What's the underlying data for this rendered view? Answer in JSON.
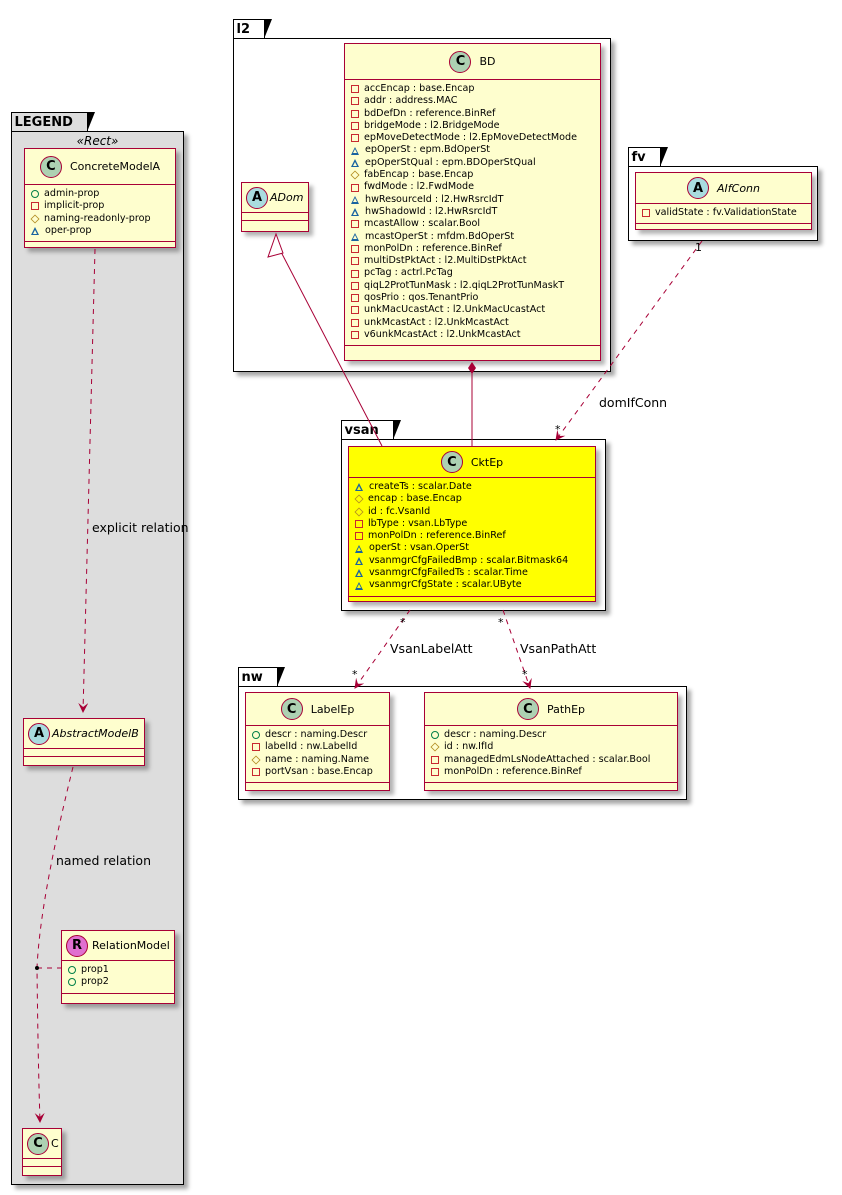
{
  "legend": {
    "title": "LEGEND",
    "stereotype": "«Rect»",
    "concrete": {
      "badge": "C",
      "name": "ConcreteModelA",
      "attrs": [
        {
          "vis": "public",
          "text": "admin-prop"
        },
        {
          "vis": "private",
          "text": "implicit-prop"
        },
        {
          "vis": "protected",
          "text": "naming-readonly-prop"
        },
        {
          "vis": "package",
          "text": "oper-prop"
        }
      ]
    },
    "abstract": {
      "badge": "A",
      "name": "AbstractModelB"
    },
    "relation_model": {
      "badge": "R",
      "name": "RelationModel",
      "attrs": [
        {
          "vis": "public",
          "text": "prop1"
        },
        {
          "vis": "public",
          "text": "prop2"
        }
      ]
    },
    "c": {
      "badge": "C",
      "name": "C"
    },
    "explicit_label": "explicit relation",
    "named_label": "named relation"
  },
  "l2": {
    "title": "l2",
    "adom": {
      "badge": "A",
      "name": "ADom"
    },
    "bd": {
      "badge": "C",
      "name": "BD",
      "attrs": [
        {
          "vis": "private",
          "text": "accEncap : base.Encap"
        },
        {
          "vis": "private",
          "text": "addr : address.MAC"
        },
        {
          "vis": "private",
          "text": "bdDefDn : reference.BinRef"
        },
        {
          "vis": "private",
          "text": "bridgeMode : l2.BridgeMode"
        },
        {
          "vis": "private",
          "text": "epMoveDetectMode : l2.EpMoveDetectMode"
        },
        {
          "vis": "package",
          "text": "epOperSt : epm.BdOperSt"
        },
        {
          "vis": "package",
          "text": "epOperStQual : epm.BDOperStQual"
        },
        {
          "vis": "protected",
          "text": "fabEncap : base.Encap"
        },
        {
          "vis": "private",
          "text": "fwdMode : l2.FwdMode"
        },
        {
          "vis": "package",
          "text": "hwResourceId : l2.HwRsrcIdT"
        },
        {
          "vis": "package",
          "text": "hwShadowId : l2.HwRsrcIdT"
        },
        {
          "vis": "private",
          "text": "mcastAllow : scalar.Bool"
        },
        {
          "vis": "package",
          "text": "mcastOperSt : mfdm.BdOperSt"
        },
        {
          "vis": "private",
          "text": "monPolDn : reference.BinRef"
        },
        {
          "vis": "private",
          "text": "multiDstPktAct : l2.MultiDstPktAct"
        },
        {
          "vis": "private",
          "text": "pcTag : actrl.PcTag"
        },
        {
          "vis": "private",
          "text": "qiqL2ProtTunMask : l2.qiqL2ProtTunMaskT"
        },
        {
          "vis": "private",
          "text": "qosPrio : qos.TenantPrio"
        },
        {
          "vis": "private",
          "text": "unkMacUcastAct : l2.UnkMacUcastAct"
        },
        {
          "vis": "private",
          "text": "unkMcastAct : l2.UnkMcastAct"
        },
        {
          "vis": "private",
          "text": "v6unkMcastAct : l2.UnkMcastAct"
        }
      ]
    }
  },
  "fv": {
    "title": "fv",
    "aifconn": {
      "badge": "A",
      "name": "AIfConn",
      "attrs": [
        {
          "vis": "private",
          "text": "validState : fv.ValidationState"
        }
      ]
    }
  },
  "vsan": {
    "title": "vsan",
    "cktep": {
      "badge": "C",
      "name": "CktEp",
      "highlight": "#ffff00",
      "attrs": [
        {
          "vis": "package",
          "text": "createTs : scalar.Date"
        },
        {
          "vis": "protected",
          "text": "encap : base.Encap"
        },
        {
          "vis": "protected",
          "text": "id : fc.VsanId"
        },
        {
          "vis": "private",
          "text": "lbType : vsan.LbType"
        },
        {
          "vis": "private",
          "text": "monPolDn : reference.BinRef"
        },
        {
          "vis": "package",
          "text": "operSt : vsan.OperSt"
        },
        {
          "vis": "package",
          "text": "vsanmgrCfgFailedBmp : scalar.Bitmask64"
        },
        {
          "vis": "package",
          "text": "vsanmgrCfgFailedTs : scalar.Time"
        },
        {
          "vis": "package",
          "text": "vsanmgrCfgState : scalar.UByte"
        }
      ]
    }
  },
  "nw": {
    "title": "nw",
    "labelep": {
      "badge": "C",
      "name": "LabelEp",
      "attrs": [
        {
          "vis": "public",
          "text": "descr : naming.Descr"
        },
        {
          "vis": "private",
          "text": "labelId : nw.LabelId"
        },
        {
          "vis": "protected",
          "text": "name : naming.Name"
        },
        {
          "vis": "private",
          "text": "portVsan : base.Encap"
        }
      ]
    },
    "pathep": {
      "badge": "C",
      "name": "PathEp",
      "attrs": [
        {
          "vis": "public",
          "text": "descr : naming.Descr"
        },
        {
          "vis": "protected",
          "text": "id : nw.IfId"
        },
        {
          "vis": "private",
          "text": "managedEdmLsNodeAttached : scalar.Bool"
        },
        {
          "vis": "private",
          "text": "monPolDn : reference.BinRef"
        }
      ]
    }
  },
  "relations": {
    "domifconn": {
      "label": "domIfConn",
      "from_mult": "1",
      "to_mult": "*"
    },
    "vsanlabelatt": {
      "label": "VsanLabelAtt",
      "from_mult": "*",
      "to_mult": "*"
    },
    "vsanpathatt": {
      "label": "VsanPathAtt",
      "from_mult": "*",
      "to_mult": "*"
    }
  },
  "colors": {
    "border": "#a80036",
    "class_bg": "#fefece",
    "highlight": "#ffff00",
    "legend_bg": "#dddddd"
  }
}
